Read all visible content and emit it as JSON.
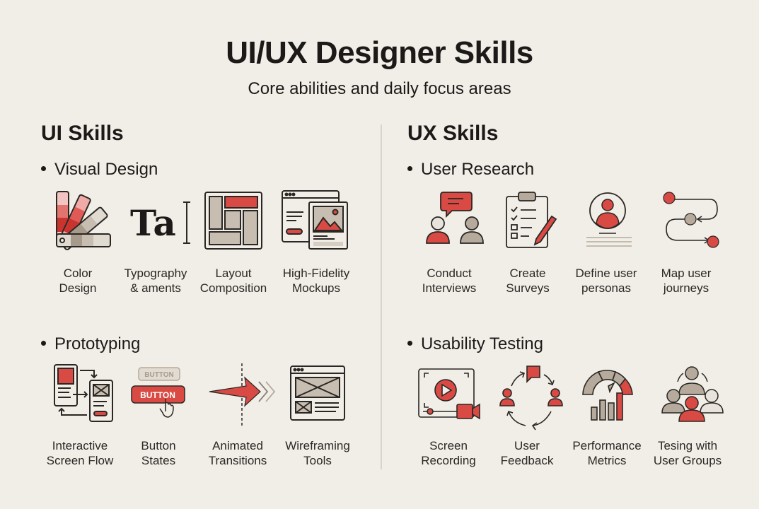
{
  "header": {
    "title": "UI/UX Designer Skills",
    "subtitle": "Core abilities and daily focus areas"
  },
  "colors": {
    "background": "#f1eee8",
    "accent_red": "#d94a44",
    "neutral_beige": "#b5aa9c",
    "ink": "#1c1a18"
  },
  "ui": {
    "heading": "UI Skills",
    "sections": [
      {
        "title": "Visual Design",
        "items": [
          {
            "icon": "color-swatch-icon",
            "line1": "Color",
            "line2": "Design"
          },
          {
            "icon": "typography-icon",
            "line1": "Typography",
            "line2": "& aments",
            "glyph": "Ta"
          },
          {
            "icon": "layout-grid-icon",
            "line1": "Layout",
            "line2": "Composition"
          },
          {
            "icon": "mockup-window-icon",
            "line1": "High-Fidelity",
            "line2": "Mockups"
          }
        ]
      },
      {
        "title": "Prototyping",
        "items": [
          {
            "icon": "screen-flow-icon",
            "line1": "Interactive",
            "line2": "Screen Flow"
          },
          {
            "icon": "button-states-icon",
            "line1": "Button",
            "line2": "States",
            "button_text": "BUTTON"
          },
          {
            "icon": "transition-arrow-icon",
            "line1": "Animated",
            "line2": "Transitions"
          },
          {
            "icon": "wireframe-icon",
            "line1": "Wireframing",
            "line2": "Tools"
          }
        ]
      }
    ]
  },
  "ux": {
    "heading": "UX Skills",
    "sections": [
      {
        "title": "User Research",
        "items": [
          {
            "icon": "interview-icon",
            "line1": "Conduct",
            "line2": "Interviews"
          },
          {
            "icon": "survey-clipboard-icon",
            "line1": "Create",
            "line2": "Surveys"
          },
          {
            "icon": "persona-icon",
            "line1": "Define user",
            "line2": "personas"
          },
          {
            "icon": "journey-map-icon",
            "line1": "Map user",
            "line2": "journeys"
          }
        ]
      },
      {
        "title": "Usability Testing",
        "items": [
          {
            "icon": "screen-recording-icon",
            "line1": "Screen",
            "line2": "Recording"
          },
          {
            "icon": "feedback-loop-icon",
            "line1": "User",
            "line2": "Feedback"
          },
          {
            "icon": "performance-gauge-icon",
            "line1": "Performance",
            "line2": "Metrics"
          },
          {
            "icon": "user-group-icon",
            "line1": "Tesing with",
            "line2": "User Groups"
          }
        ]
      }
    ]
  }
}
